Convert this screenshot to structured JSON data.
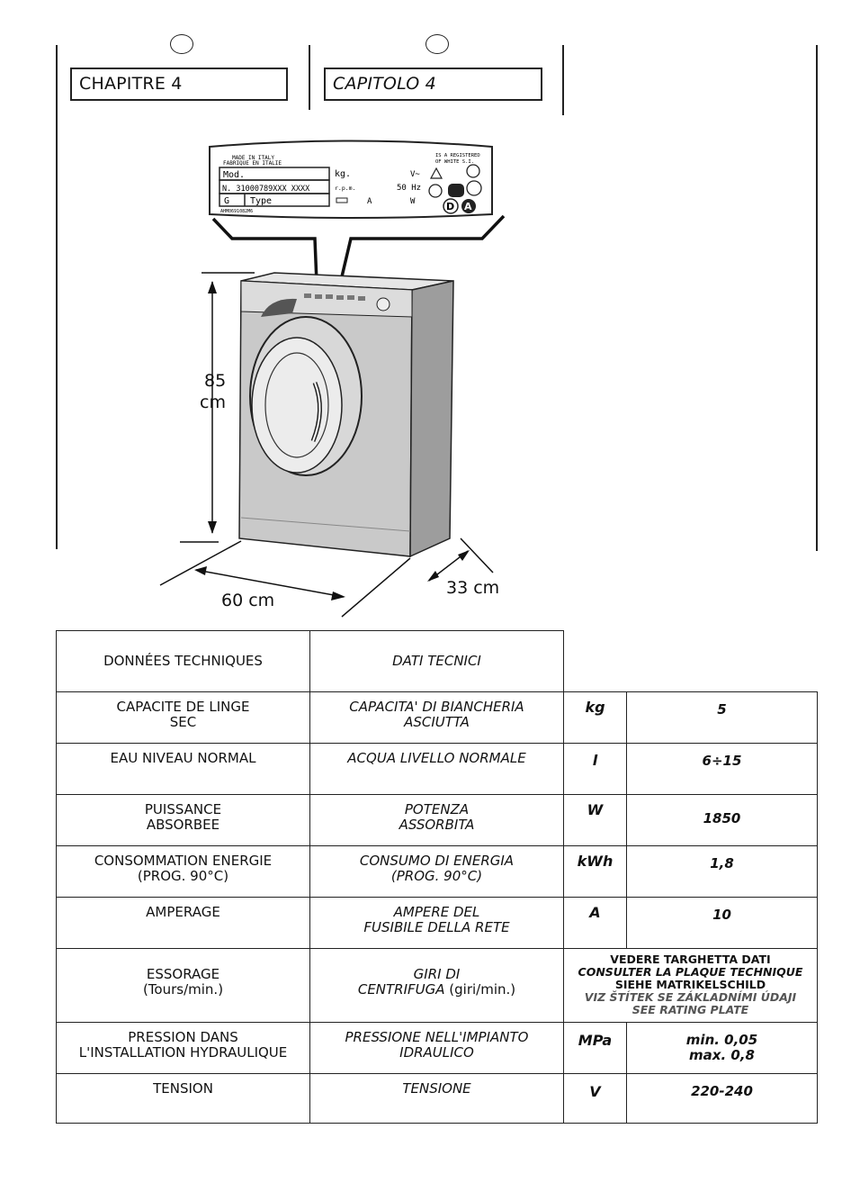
{
  "header": {
    "chapter_fr": "CHAPITRE 4",
    "chapter_it": "CAPITOLO 4"
  },
  "rating_plate": {
    "made_in": "MADE IN ITALY",
    "fabrique": "FABRIQUE EN ITALIE",
    "registered_1": "IS A REGISTERED",
    "registered_2": "OF WHITE S.I.",
    "mod": "Mod.",
    "kg": "kg.",
    "volt": "V~",
    "serial": "N. 31000789XXX XXXX",
    "rpm": "r.p.m.",
    "hz": "50 Hz",
    "g": "G",
    "type": "Type",
    "amp": "A",
    "watt": "W",
    "code": "AHM0691082M6",
    "mark_d": "D",
    "mark_a": "A"
  },
  "dimensions": {
    "height_value": "85",
    "height_unit": "cm",
    "width": "60 cm",
    "depth": "33 cm"
  },
  "table": {
    "header_fr": "DONNÉES TECHNIQUES",
    "header_it": "DATI TECNICI",
    "rows": [
      {
        "fr": [
          "CAPACITE DE LINGE",
          "SEC"
        ],
        "it": [
          "CAPACITA' DI BIANCHERIA",
          "ASCIUTTA"
        ],
        "unit": "kg",
        "value": [
          "5"
        ]
      },
      {
        "fr": [
          "EAU NIVEAU NORMAL"
        ],
        "it": [
          "ACQUA LIVELLO NORMALE"
        ],
        "unit": "l",
        "value": [
          "6÷15"
        ]
      },
      {
        "fr": [
          "PUISSANCE",
          "ABSORBEE"
        ],
        "it": [
          "POTENZA",
          "ASSORBITA"
        ],
        "unit": "W",
        "value": [
          "1850"
        ]
      },
      {
        "fr": [
          "CONSOMMATION ENERGIE",
          "(PROG. 90°C)"
        ],
        "it": [
          "CONSUMO DI ENERGIA",
          "(PROG. 90°C)"
        ],
        "unit": "kWh",
        "value": [
          "1,8"
        ]
      },
      {
        "fr": [
          "AMPERAGE"
        ],
        "it": [
          "AMPERE DEL",
          "FUSIBILE DELLA RETE"
        ],
        "unit": "A",
        "value": [
          "10"
        ]
      },
      {
        "fr": [
          "ESSORAGE",
          "(Tours/min.)"
        ],
        "it_line1": "GIRI DI",
        "it_line2_italic": "CENTRIFUGA",
        "it_line2_normal": " (giri/min.)",
        "note": [
          "VEDERE TARGHETTA DATI",
          "CONSULTER LA PLAQUE TECHNIQUE",
          "SIEHE MATRIKELSCHILD",
          "VIZ ŠTÍTEK SE ZÁKLADNÍMI ÚDAJI",
          "SEE RATING PLATE"
        ]
      },
      {
        "fr": [
          "PRESSION DANS",
          "L'INSTALLATION HYDRAULIQUE"
        ],
        "it": [
          "PRESSIONE NELL'IMPIANTO",
          "IDRAULICO"
        ],
        "unit": "MPa",
        "value": [
          "min. 0,05",
          "max. 0,8"
        ]
      },
      {
        "fr": [
          "TENSION"
        ],
        "it": [
          "TENSIONE"
        ],
        "unit": "V",
        "value": [
          "220-240"
        ]
      }
    ]
  }
}
